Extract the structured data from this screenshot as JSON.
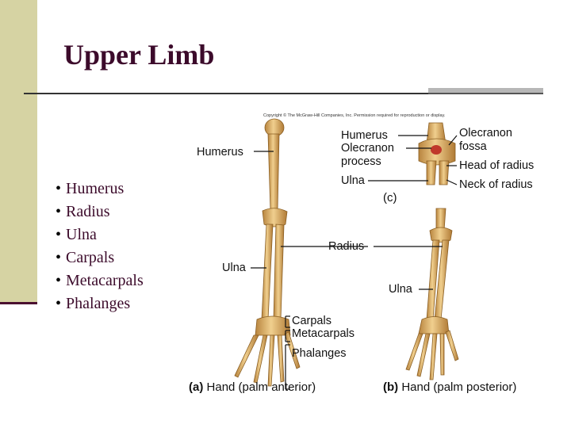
{
  "slide": {
    "title": "Upper Limb",
    "bullets": [
      {
        "bullet": "•",
        "text": "Humerus"
      },
      {
        "bullet": "•",
        "text": "Radius"
      },
      {
        "bullet": "•",
        "text": "Ulna"
      },
      {
        "bullet": "•",
        "text": "Carpals"
      },
      {
        "bullet": "•",
        "text": "Metacarpals"
      },
      {
        "bullet": "•",
        "text": "Phalanges"
      }
    ],
    "colors": {
      "title": "#3c0b2b",
      "accent_bar": "#d6d3a3",
      "bone": "#d9a85a"
    }
  },
  "figure": {
    "copyright": "Copyright © The McGraw-Hill Companies, Inc. Permission required for reproduction or display.",
    "labels": {
      "humerus_a": "Humerus",
      "radius": "Radius",
      "ulna_a": "Ulna",
      "ulna_b": "Ulna",
      "carpals": "Carpals",
      "metacarpals": "Metacarpals",
      "phalanges": "Phalanges",
      "humerus_c": "Humerus",
      "olecranon_process_1": "Olecranon",
      "olecranon_process_2": "process",
      "ulna_c": "Ulna",
      "olecranon_fossa_1": "Olecranon",
      "olecranon_fossa_2": "fossa",
      "head_of_radius": "Head of radius",
      "neck_of_radius": "Neck of radius"
    },
    "captions": {
      "a_letter": "(a)",
      "a_text": "Hand (palm anterior)",
      "b_letter": "(b)",
      "b_text": "Hand (palm posterior)",
      "c_letter": "(c)"
    }
  }
}
